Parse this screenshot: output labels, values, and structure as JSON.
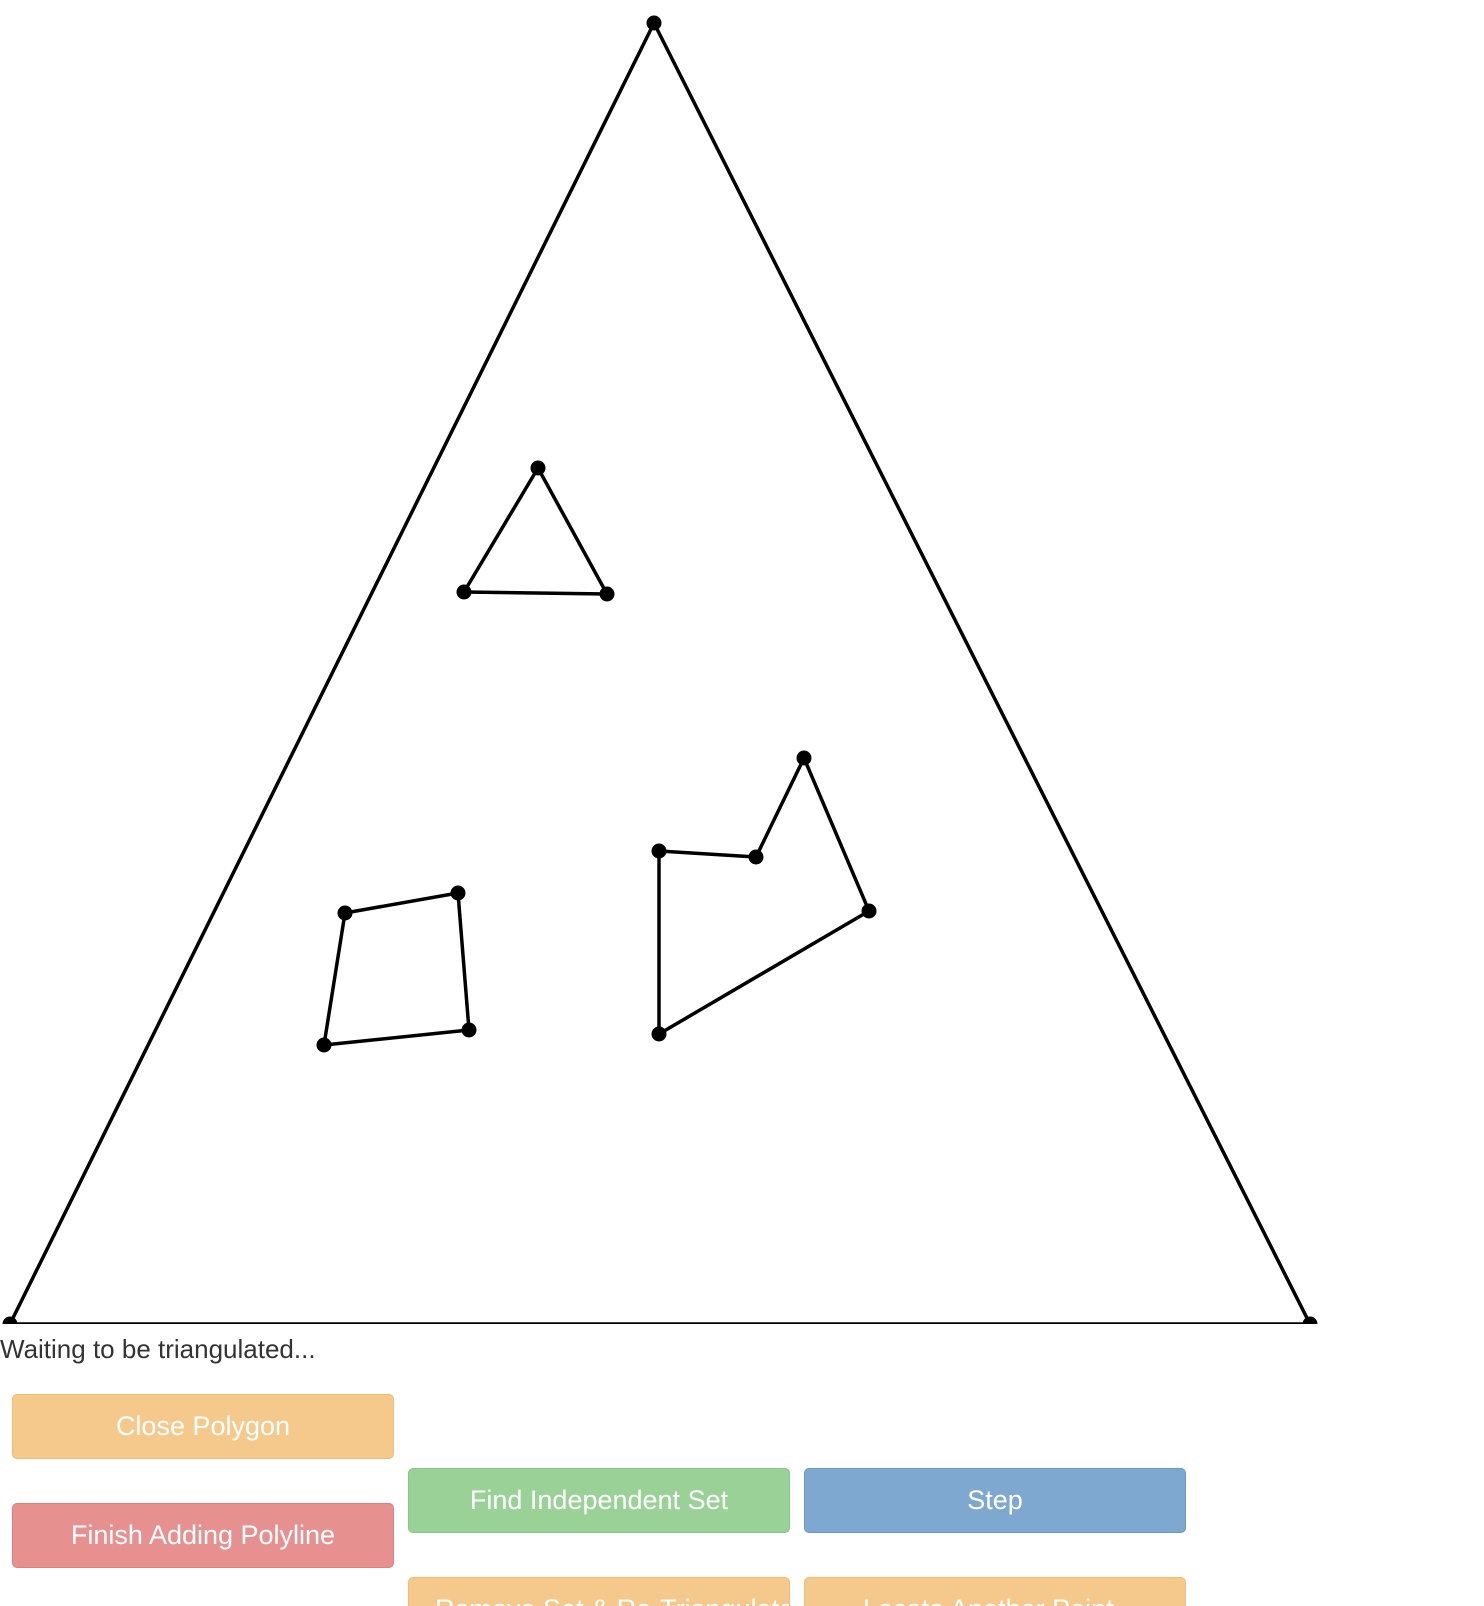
{
  "status": {
    "text": "Waiting to be triangulated..."
  },
  "colors": {
    "warning": "#f5c98c",
    "warning_border": "#f0bd73",
    "danger": "#e69190",
    "danger_border": "#df7e7c",
    "success": "#99d197",
    "success_border": "#86c784",
    "primary": "#7ea8cf",
    "primary_border": "#6b99c5",
    "stroke": "#000000"
  },
  "buttons": {
    "close_polygon": "Close Polygon",
    "finish_polyline": "Finish Adding Polyline",
    "find_independent_set": "Find Independent Set",
    "step": "Step",
    "remove_set": "Remove Set & Re-Triangulate",
    "locate_point": "Locate Another Point"
  }
}
